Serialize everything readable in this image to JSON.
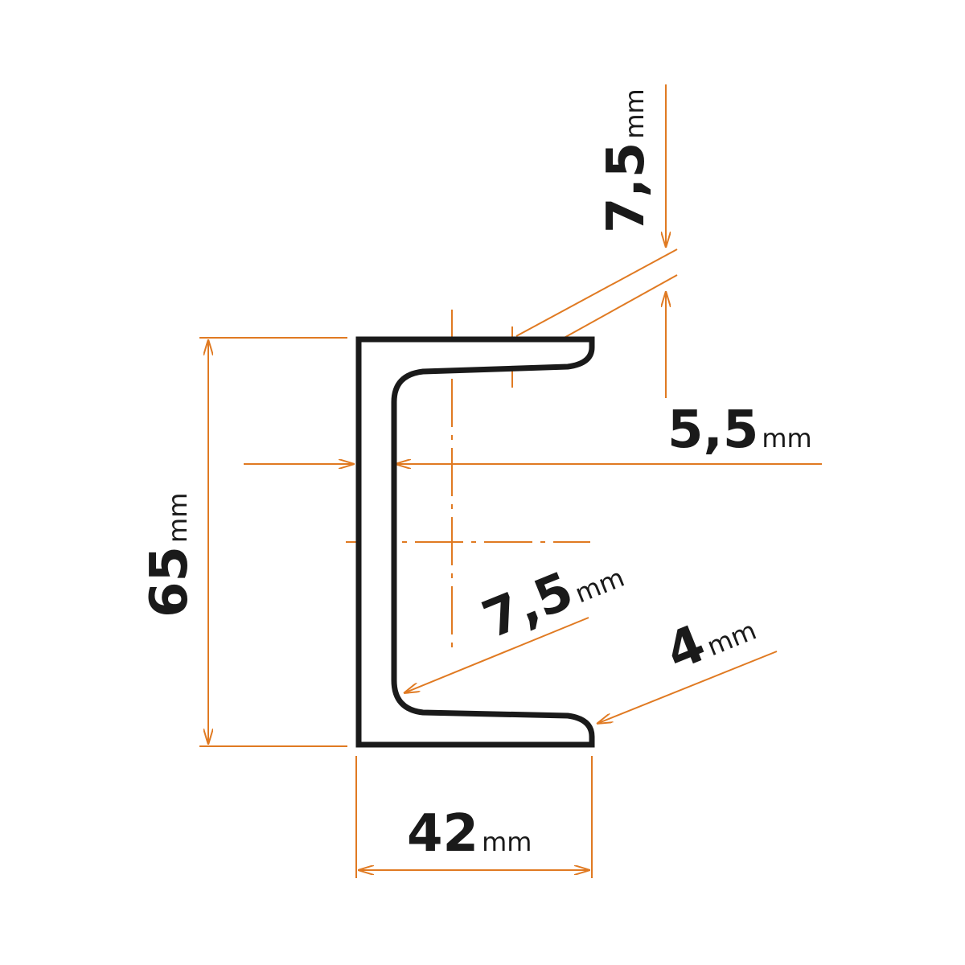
{
  "diagram": {
    "colors": {
      "dimension": "#e07a22",
      "profile": "#1a1a1a",
      "background": "#ffffff"
    },
    "dimensions": {
      "height": {
        "value": "65",
        "unit": "mm"
      },
      "width": {
        "value": "42",
        "unit": "mm"
      },
      "web_thickness": {
        "value": "5,5",
        "unit": "mm"
      },
      "flange_thickness": {
        "value": "7,5",
        "unit": "mm"
      },
      "inner_radius": {
        "value": "7,5",
        "unit": "mm"
      },
      "outer_radius": {
        "value": "4",
        "unit": "mm"
      }
    }
  }
}
